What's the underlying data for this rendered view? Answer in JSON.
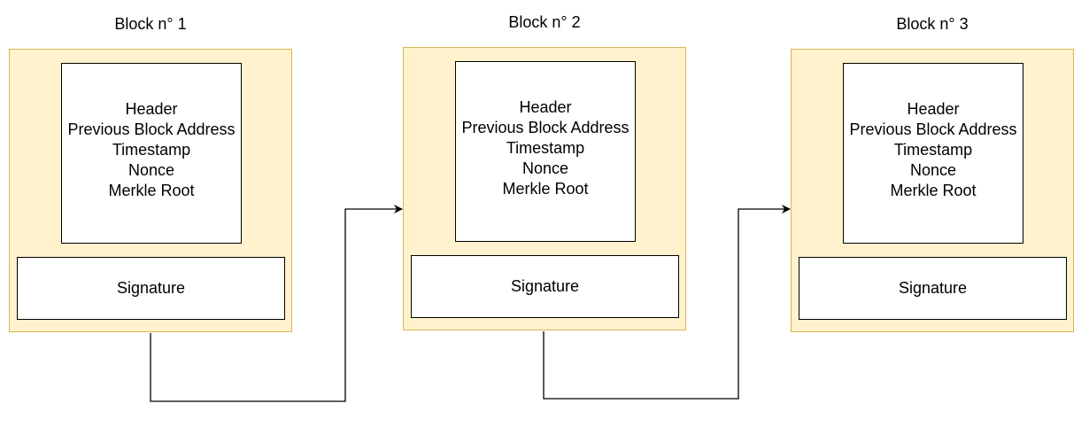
{
  "blocks": [
    {
      "title": "Block n° 1",
      "fields": [
        "Header",
        "Previous Block Address",
        "Timestamp",
        "Nonce",
        "Merkle Root"
      ],
      "signature": "Signature"
    },
    {
      "title": "Block n° 2",
      "fields": [
        "Header",
        "Previous Block Address",
        "Timestamp",
        "Nonce",
        "Merkle Root"
      ],
      "signature": "Signature"
    },
    {
      "title": "Block n° 3",
      "fields": [
        "Header",
        "Previous Block Address",
        "Timestamp",
        "Nonce",
        "Merkle Root"
      ],
      "signature": "Signature"
    }
  ],
  "colors": {
    "block_fill": "#fff2cc",
    "block_border": "#d6b656",
    "box_fill": "#ffffff",
    "line": "#000000"
  }
}
